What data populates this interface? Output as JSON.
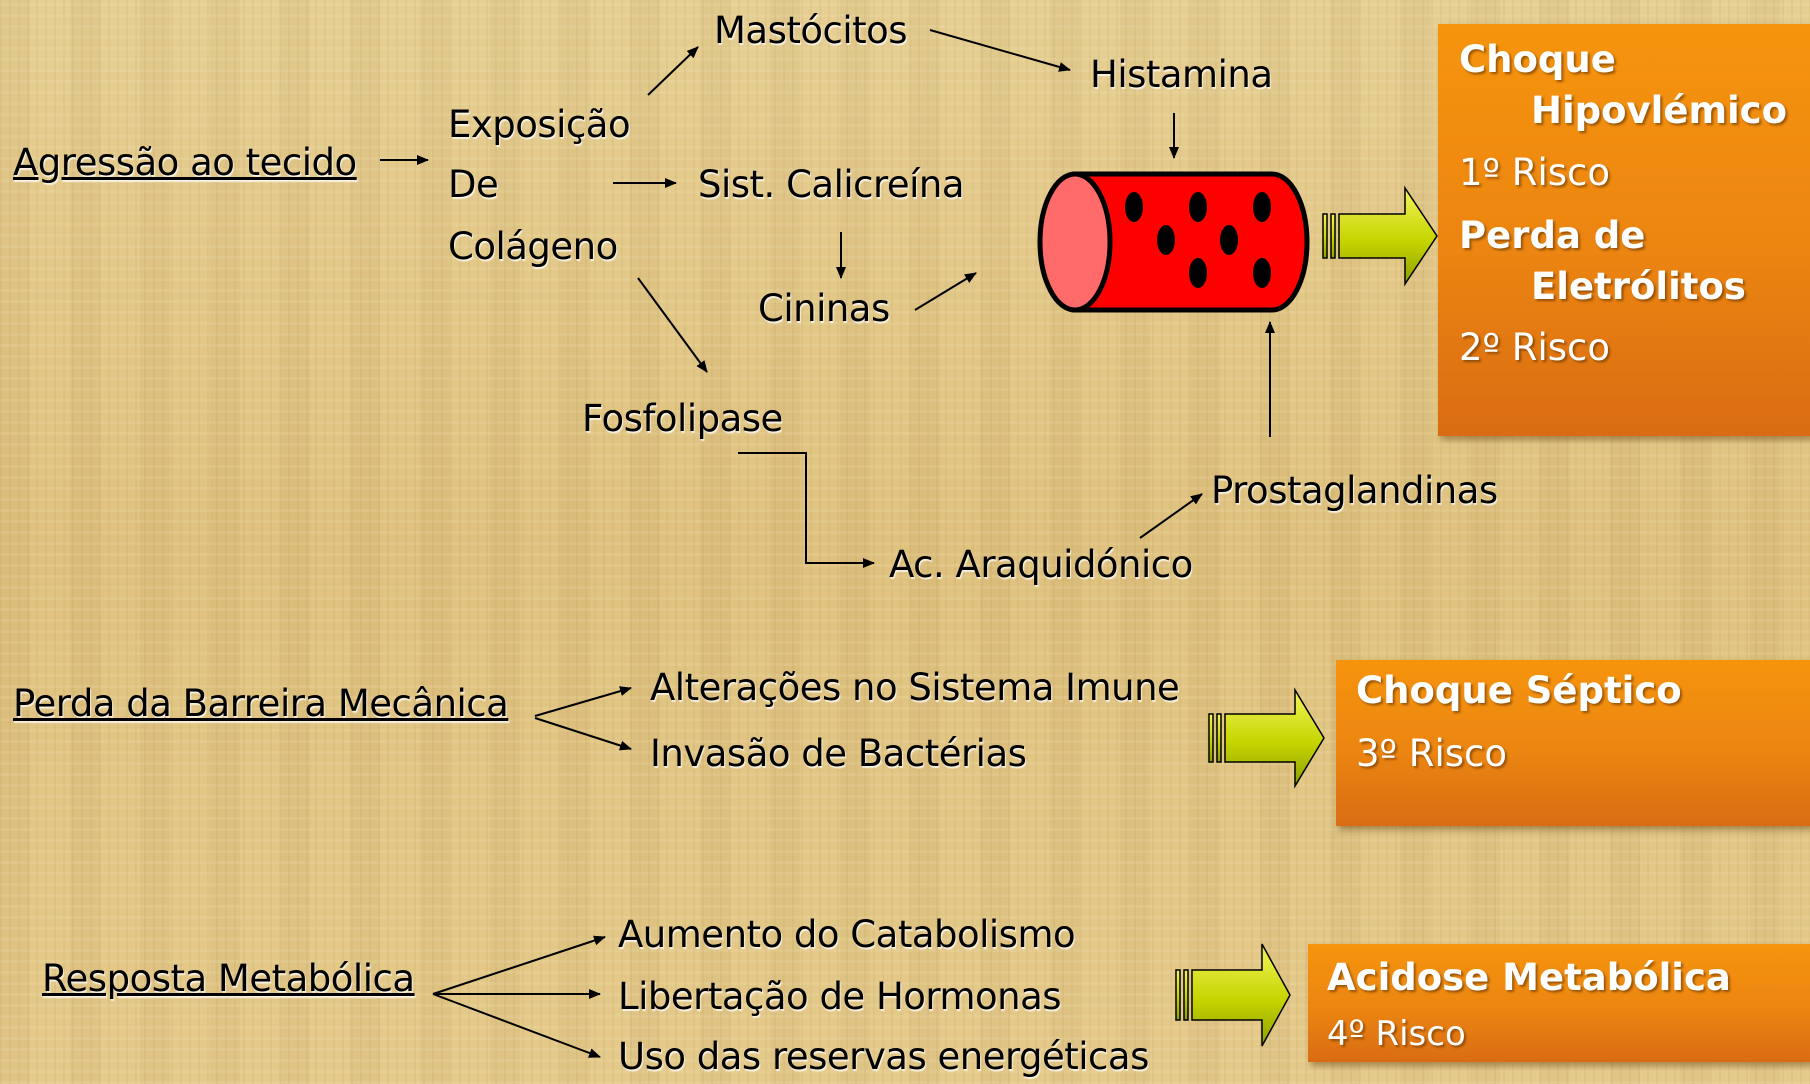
{
  "flow1": {
    "trigger": "Agressão ao tecido",
    "exposure_lines": [
      "Exposição",
      "De",
      "Colágeno"
    ],
    "mastocitos": "Mastócitos",
    "histamina": "Histamina",
    "calicreina": "Sist. Calicreína",
    "cininas": "Cininas",
    "fosfolipase": "Fosfolipase",
    "araquidonico": "Ac. Araquidónico",
    "prostaglandinas": "Prostaglandinas"
  },
  "risk_box_1": {
    "title_line1": "Choque",
    "title_line2": "Hipovlémico",
    "risk1": "1º Risco",
    "subtitle_line1": "Perda de",
    "subtitle_line2": "Eletrólitos",
    "risk2": "2º Risco"
  },
  "flow2": {
    "trigger": "Perda da Barreira Mecânica",
    "item1": "Alterações no Sistema Imune",
    "item2": "Invasão de Bactérias"
  },
  "risk_box_2": {
    "title": "Choque Séptico",
    "risk": "3º Risco"
  },
  "flow3": {
    "trigger": "Resposta Metabólica",
    "item1": "Aumento do Catabolismo",
    "item2": "Libertação de Hormonas",
    "item3": "Uso das reservas energéticas"
  },
  "risk_box_3": {
    "title": "Acidose Metabólica",
    "risk": "4º Risco"
  },
  "colors": {
    "vessel_red": "#ff0000",
    "vessel_end": "#ff6b6b",
    "box_orange": "#f28c0f",
    "arrow_yellow_green": "#c8d800"
  }
}
